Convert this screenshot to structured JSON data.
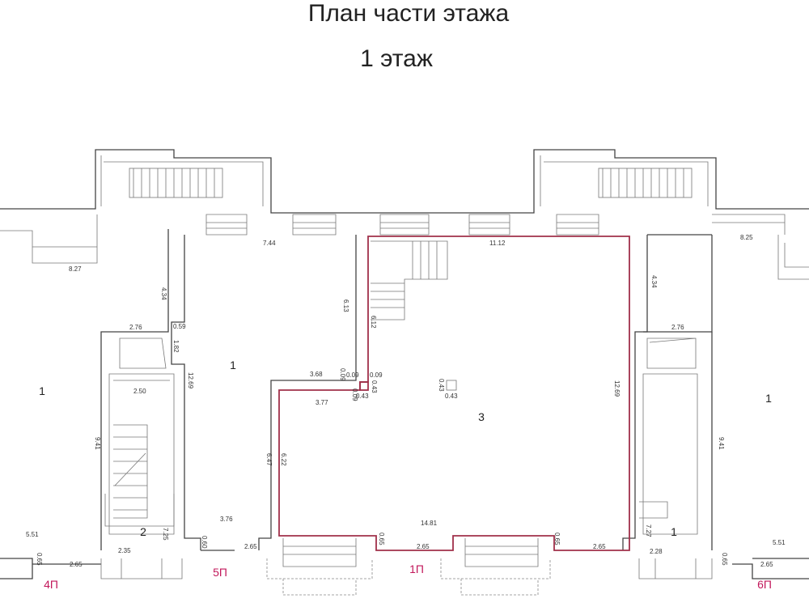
{
  "title": "План части этажа",
  "subtitle": "1 этаж",
  "rooms": [
    "1",
    "1",
    "3",
    "1",
    "2",
    "1"
  ],
  "entrances": [
    "4П",
    "5П",
    "1П",
    "6П"
  ],
  "dimensions": {
    "d1": "8.27",
    "d2": "4.34",
    "d3": "7.44",
    "d4": "2.76",
    "d5": "0.59",
    "d6": "1.82",
    "d7": "12.69",
    "d8": "2.50",
    "d9": "6.13",
    "d10": "6.12",
    "d11": "11.12",
    "d12": "8.25",
    "d13": "4.34",
    "d14": "2.76",
    "d15": "3.68",
    "d16": "0.09",
    "d17": "0.09",
    "d18": "0.09",
    "d19": "0.43",
    "d20": "0.09",
    "d21": "0.43",
    "d22": "3.77",
    "d23": "0.43",
    "d24": "0.43",
    "d25": "12.69",
    "d26": "9.41",
    "d27": "9.41",
    "d28": "6.47",
    "d29": "6.22",
    "d30": "3.76",
    "d31": "14.81",
    "d32": "5.51",
    "d33": "5.51",
    "d34": "0.65",
    "d35": "2.65",
    "d36": "2.35",
    "d37": "7.25",
    "d38": "0.60",
    "d39": "2.65",
    "d40": "0.65",
    "d41": "2.65",
    "d42": "0.65",
    "d43": "2.65",
    "d44": "7.27",
    "d45": "2.28",
    "d46": "0.65",
    "d47": "2.65"
  },
  "colors": {
    "walls": "#444444",
    "highlight": "#a0304a",
    "entrance_labels": "#c2185b"
  }
}
